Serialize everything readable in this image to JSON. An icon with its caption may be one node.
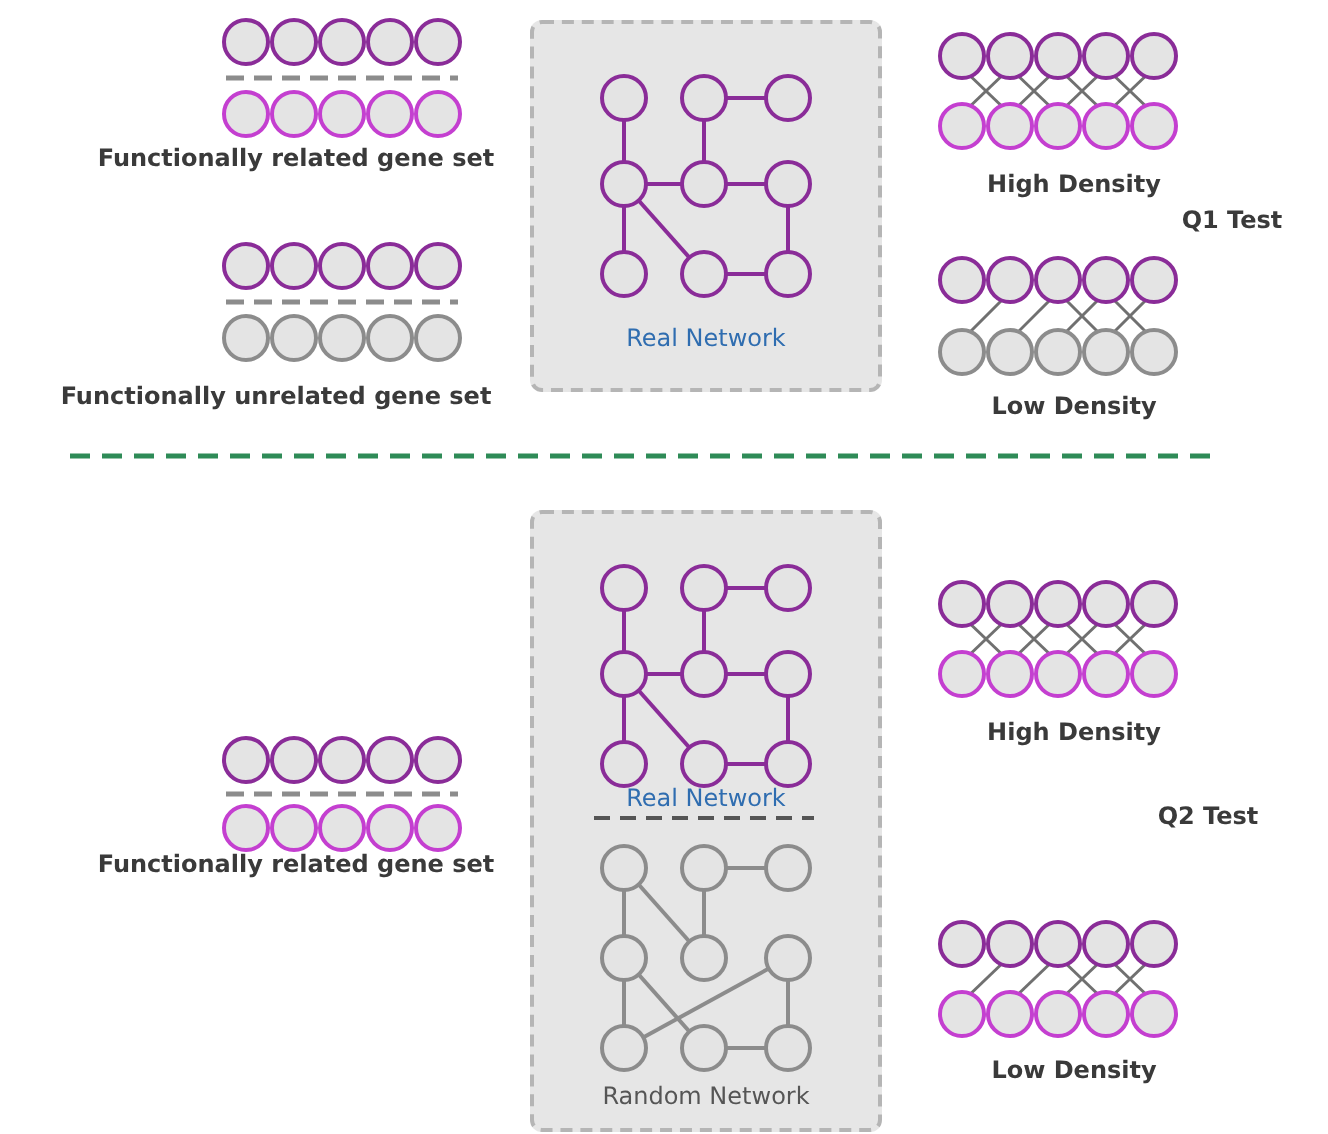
{
  "diagram": {
    "nodes": [
      {
        "text": [
          "Real Network"
        ]
      },
      {
        "text": [
          "Real Network",
          "Random Network"
        ]
      }
    ],
    "edges": [],
    "labels": [
      "Functionally related gene set",
      "High Density",
      "Q1 Test",
      "Functionally unrelated gene set",
      "Low Density",
      "High Density",
      "Functionally related gene set",
      "Q2 Test",
      "Low Density"
    ]
  }
}
